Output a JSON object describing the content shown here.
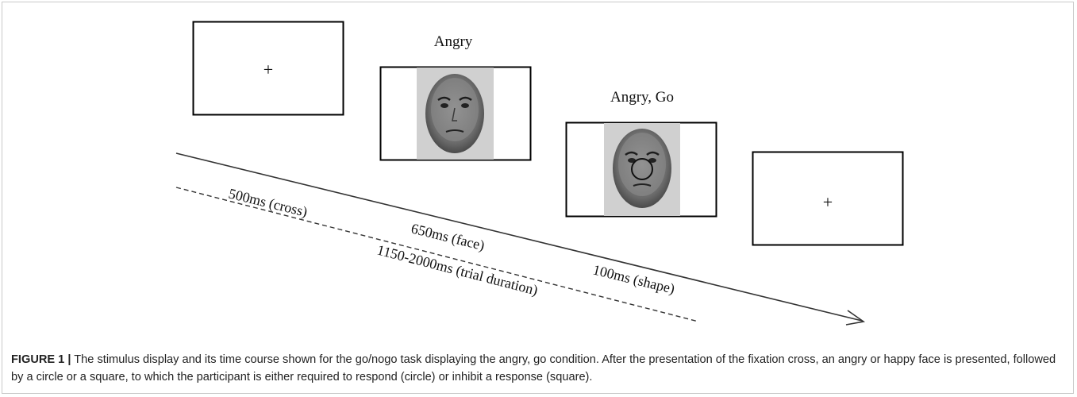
{
  "panels": [
    {
      "type": "fixation",
      "symbol": "+"
    },
    {
      "type": "face",
      "label": "Angry"
    },
    {
      "type": "face-with-shape",
      "label": "Angry, Go",
      "shape": "circle"
    },
    {
      "type": "fixation",
      "symbol": "+"
    }
  ],
  "timeline": {
    "solid_line_labels": [
      "500ms (cross)",
      "650ms (face)",
      "100ms (shape)"
    ],
    "dashed_line_label": "1150-2000ms (trial duration)"
  },
  "colors": {
    "face_background": "#cfcfcf",
    "line": "#333333",
    "caption_text": "#222222"
  },
  "caption": {
    "label": "FIGURE 1",
    "separator": "|",
    "text": "The stimulus display and its time course shown for the go/nogo task displaying the angry, go condition. After the presentation of the fixation cross, an angry or happy face is presented, followed by a circle or a square, to which the participant is either required to respond (circle) or inhibit a response (square)."
  }
}
